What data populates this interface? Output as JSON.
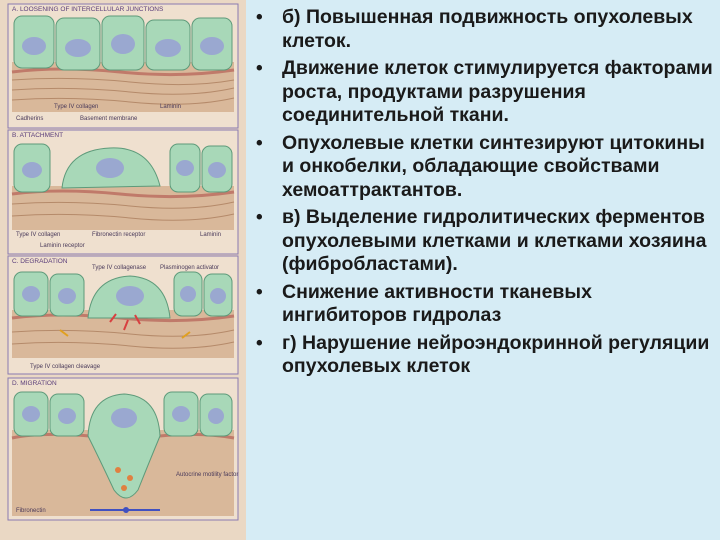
{
  "figure": {
    "panels": [
      {
        "title": "A. LOOSENING OF INTERCELLULAR JUNCTIONS",
        "labels": [
          "Type IV collagen",
          "Laminin",
          "Cadherins",
          "Basement membrane"
        ]
      },
      {
        "title": "B. ATTACHMENT",
        "labels": [
          "Type IV collagen",
          "Fibronectin receptor",
          "Laminin",
          "Laminin receptor"
        ]
      },
      {
        "title": "C. DEGRADATION",
        "labels": [
          "Type IV collagenase",
          "Plasminogen activator",
          "Type IV collagen cleavage"
        ]
      },
      {
        "title": "D. MIGRATION",
        "labels": [
          "Autocrine motility factor",
          "Fibronectin"
        ]
      }
    ],
    "colors": {
      "cell": "#a8d8b8",
      "nucleus": "#9aa8d0",
      "stroma": "#d9b89a",
      "membrane": "#c07a6a",
      "frame": "#6b6b9a"
    }
  },
  "bullets": [
    "б) Повышенная подвижность опухолевых клеток.",
    "Движение клеток стимулируется факторами роста, продуктами разрушения соединительной ткани.",
    "Опухолевые клетки синтезируют цитокины и онкобелки, обладающие свойствами хемоаттрактантов.",
    "в) Выделение гидролитических ферментов опухолевыми клетками и клетками хозяина (фибробластами).",
    "Снижение активности тканевых ингибиторов гидролаз",
    "г) Нарушение нейроэндокринной регуляции опухолевых клеток"
  ],
  "bullet_symbol": "•"
}
